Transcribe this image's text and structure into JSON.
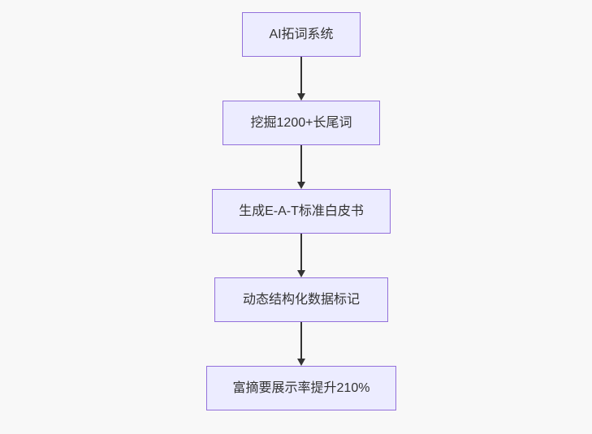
{
  "diagram": {
    "type": "flowchart",
    "direction": "top-down",
    "nodes": [
      {
        "id": "n1",
        "label": "AI拓词系统"
      },
      {
        "id": "n2",
        "label": "挖掘1200+长尾词"
      },
      {
        "id": "n3",
        "label": "生成E-A-T标准白皮书"
      },
      {
        "id": "n4",
        "label": "动态结构化数据标记"
      },
      {
        "id": "n5",
        "label": "富摘要展示率提升210%"
      }
    ],
    "edges": [
      {
        "from": "n1",
        "to": "n2"
      },
      {
        "from": "n2",
        "to": "n3"
      },
      {
        "from": "n3",
        "to": "n4"
      },
      {
        "from": "n4",
        "to": "n5"
      }
    ],
    "colors": {
      "node_fill": "#ECECFF",
      "node_border": "#9370DB",
      "edge": "#333333",
      "text": "#333333",
      "background": "#f8f8f8"
    }
  }
}
